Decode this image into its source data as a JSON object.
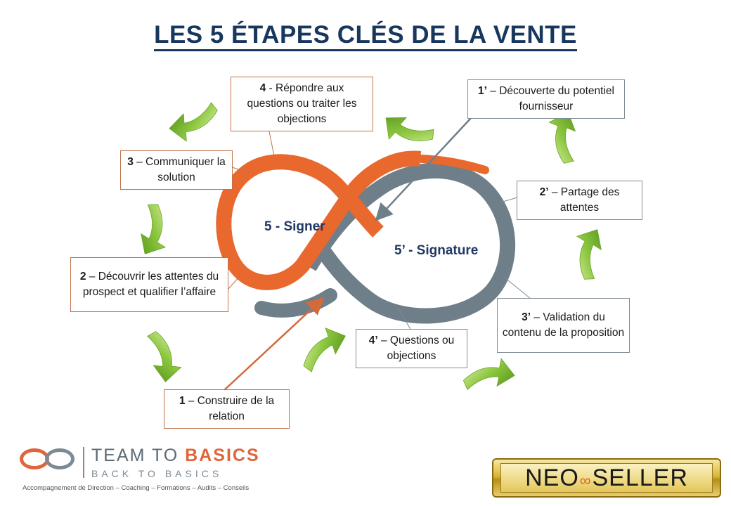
{
  "title": "LES 5 ÉTAPES CLÉS DE LA VENTE",
  "center": {
    "left": "5 - Signer",
    "right": "5’ - Signature"
  },
  "steps_left": [
    {
      "num": "1",
      "text": " – Construire de la relation"
    },
    {
      "num": "2",
      "text": " – Découvrir les attentes du prospect et qualifier l’affaire"
    },
    {
      "num": "3",
      "text": " – Communiquer la solution"
    },
    {
      "num": "4",
      "text": " - Répondre aux questions ou traiter les objections"
    }
  ],
  "steps_right": [
    {
      "num": "1’",
      "text": " – Découverte du potentiel fournisseur"
    },
    {
      "num": "2’",
      "text": " – Partage des attentes"
    },
    {
      "num": "3’",
      "text": " – Validation du contenu de la proposition"
    },
    {
      "num": "4’",
      "text": " – Questions ou objections"
    }
  ],
  "logo_left": {
    "brand_a": "TEAM TO ",
    "brand_b": "BASICS",
    "tagline": "BACK TO BASICS",
    "subline": "Accompagnement de Direction – Coaching – Formations – Audits – Conseils"
  },
  "logo_right": {
    "a": "NEO",
    "b": "SELLER",
    "infinity": "∞"
  },
  "colors": {
    "title": "#17375e",
    "orange": "#e8682d",
    "gray": "#6e7f8a",
    "arrow_green": "#8bc63f"
  }
}
